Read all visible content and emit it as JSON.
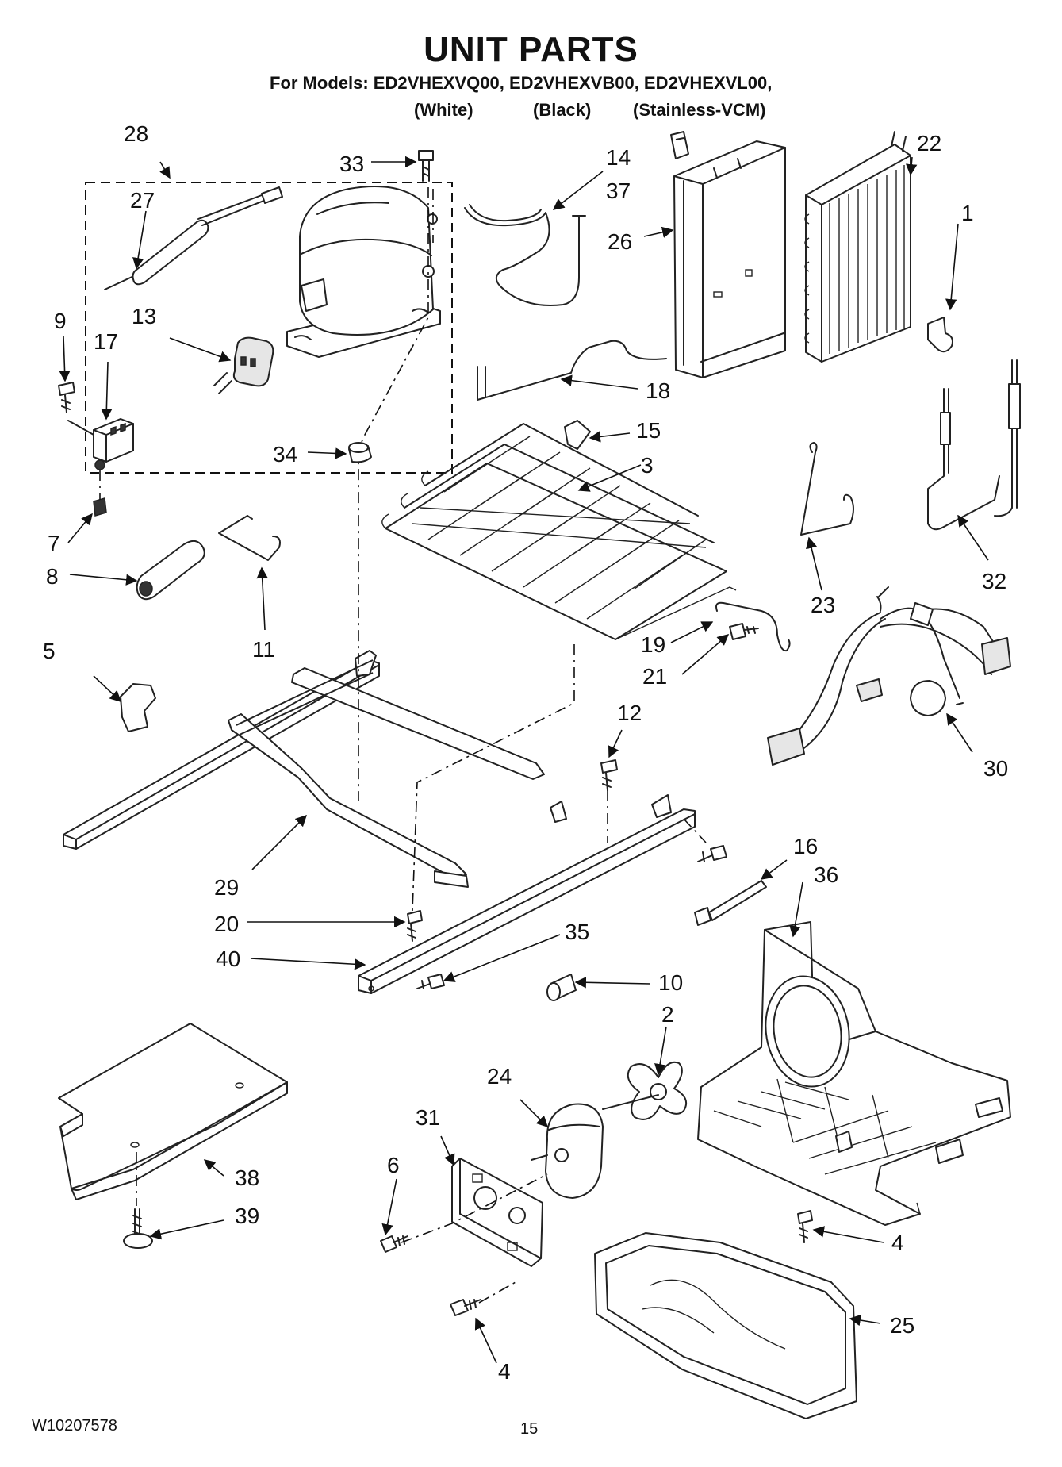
{
  "header": {
    "title": "UNIT PARTS",
    "models_line": "For Models: ED2VHEXVQ00, ED2VHEXVB00, ED2VHEXVL00,",
    "variants": [
      "(White)",
      "(Black)",
      "(Stainless-VCM)"
    ]
  },
  "callouts": {
    "c1": "1",
    "c2": "2",
    "c3": "3",
    "c4a": "4",
    "c4b": "4",
    "c5": "5",
    "c6": "6",
    "c7": "7",
    "c8": "8",
    "c9": "9",
    "c10": "10",
    "c11": "11",
    "c12": "12",
    "c13": "13",
    "c14": "14",
    "c15": "15",
    "c16": "16",
    "c17": "17",
    "c18": "18",
    "c19": "19",
    "c20": "20",
    "c21": "21",
    "c22": "22",
    "c23": "23",
    "c24": "24",
    "c25": "25",
    "c26": "26",
    "c27": "27",
    "c28": "28",
    "c29": "29",
    "c30": "30",
    "c31": "31",
    "c32": "32",
    "c33": "33",
    "c34": "34",
    "c35": "35",
    "c36": "36",
    "c37": "37",
    "c38": "38",
    "c39": "39",
    "c40": "40"
  },
  "footer": {
    "doc_code": "W10207578",
    "page_number": "15"
  }
}
